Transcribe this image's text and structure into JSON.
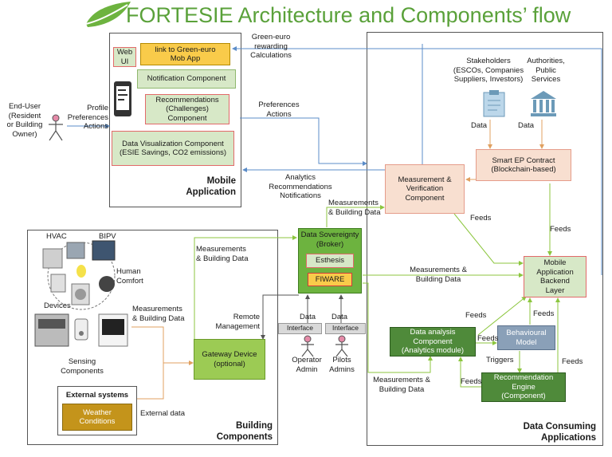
{
  "title": "FORTESIE Architecture and Components’ flow",
  "colors": {
    "title_green": "#5aa13a",
    "light_green": "#d7e8c7",
    "dark_green": "#4f8a3a",
    "mid_green": "#6db33f",
    "peach": "#f8dfd0",
    "blue_grey": "#8aa0b8",
    "olive": "#c4941b",
    "yellow": "#f9cb4a",
    "arrow_blue": "#5b8cc8",
    "arrow_green": "#8cc63f",
    "arrow_orange": "#e0a060"
  },
  "regions": {
    "mobile": "Mobile\nApplication",
    "building": "Building\nComponents",
    "consuming": "Data Consuming\nApplications"
  },
  "mobile": {
    "web_ui": "Web\nUI",
    "link": "link to Green-euro\nMob App",
    "notification": "Notification Component",
    "recommendations": "Recommendations\n(Challenges)\nComponent",
    "visualization": "Data Visualization Component\n(ESIE Savings, CO2 emissions)",
    "phone_icon": "smartphone-icon"
  },
  "actors": {
    "end_user": "End-User\n(Resident\nor Building\nOwner)",
    "operator": "Operator\nAdmin",
    "pilots": "Pilots\nAdmins",
    "stakeholders": "Stakeholders\n(ESCOs, Companies\nSuppliers, Investors)",
    "authorities": "Authorities,\nPublic\nServices"
  },
  "building": {
    "hvac": "HVAC",
    "bipv": "BIPV",
    "human_comfort": "Human\nComfort",
    "devices": "Devices",
    "sensing": "Sensing\nComponents",
    "external_title": "External systems",
    "weather": "Weather\nConditions",
    "gateway": "Gateway Device\n(optional)"
  },
  "broker": {
    "title": "Data Sovereignty\n(Broker)",
    "esthesis": "Esthesis",
    "fiware": "FIWARE",
    "iface1": "Interface",
    "iface2": "Interface"
  },
  "consuming": {
    "smart_ep": "Smart EP Contract\n(Blockchain-based)",
    "mv": "Measurement &\nVerification\nComponent",
    "backend": "Mobile\nApplication\nBackend\nLayer",
    "analysis": "Data analysis\nComponent\n(Analytics module)",
    "behavioural": "Behavioural\nModel",
    "recommendation": "Recommendation\nEngine\n(Component)"
  },
  "flow_labels": {
    "green_euro": "Green-euro\nrewarding\nCalculations",
    "profile": "Profile\nPreferences\nActions",
    "preferences": "Preferences\nActions",
    "analytics": "Analytics\nRecommendations\nNotifications",
    "meas_top": "Measurements\n& Building Data",
    "meas_gw": "Measurements\n& Building Data",
    "meas_sense": "Measurements\n& Building Data",
    "meas_backend": "Measurements &\nBuilding Data",
    "meas_analysis": "Measurements &\nBuilding Data",
    "remote": "Remote\nManagement",
    "data1": "Data",
    "data2": "Data",
    "data_st": "Data",
    "data_auth": "Data",
    "feeds_mv": "Feeds",
    "feeds_ep": "Feeds",
    "feeds_an": "Feeds",
    "feeds_an2": "Feeds",
    "feeds_beh": "Feeds",
    "feeds_beh2": "Feeds",
    "feeds_rec": "Feeds",
    "triggers": "Triggers",
    "external_data": "External data"
  }
}
